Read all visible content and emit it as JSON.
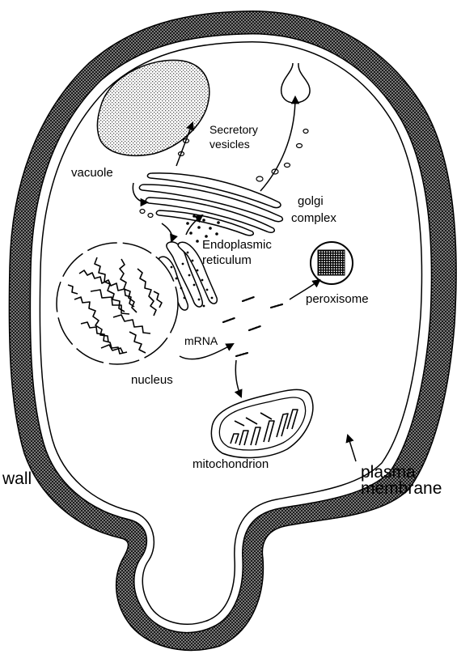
{
  "labels": {
    "secretory_line1": "Secretory",
    "secretory_line2": "vesicles",
    "vacuole": "vacuole",
    "golgi_line1": "golgi",
    "golgi_line2": "complex",
    "er_line1": "Endoplasmic",
    "er_line2": "reticulum",
    "peroxisome": "peroxisome",
    "mrna": "mRNA",
    "nucleus": "nucleus",
    "mitochondrion": "mitochondrion",
    "wall": "wall",
    "plasma_line1": "plasma",
    "plasma_line2": "membrane"
  },
  "colors": {
    "ink": "#000000",
    "background": "#ffffff",
    "wall_texture": "#6e6e6e"
  }
}
